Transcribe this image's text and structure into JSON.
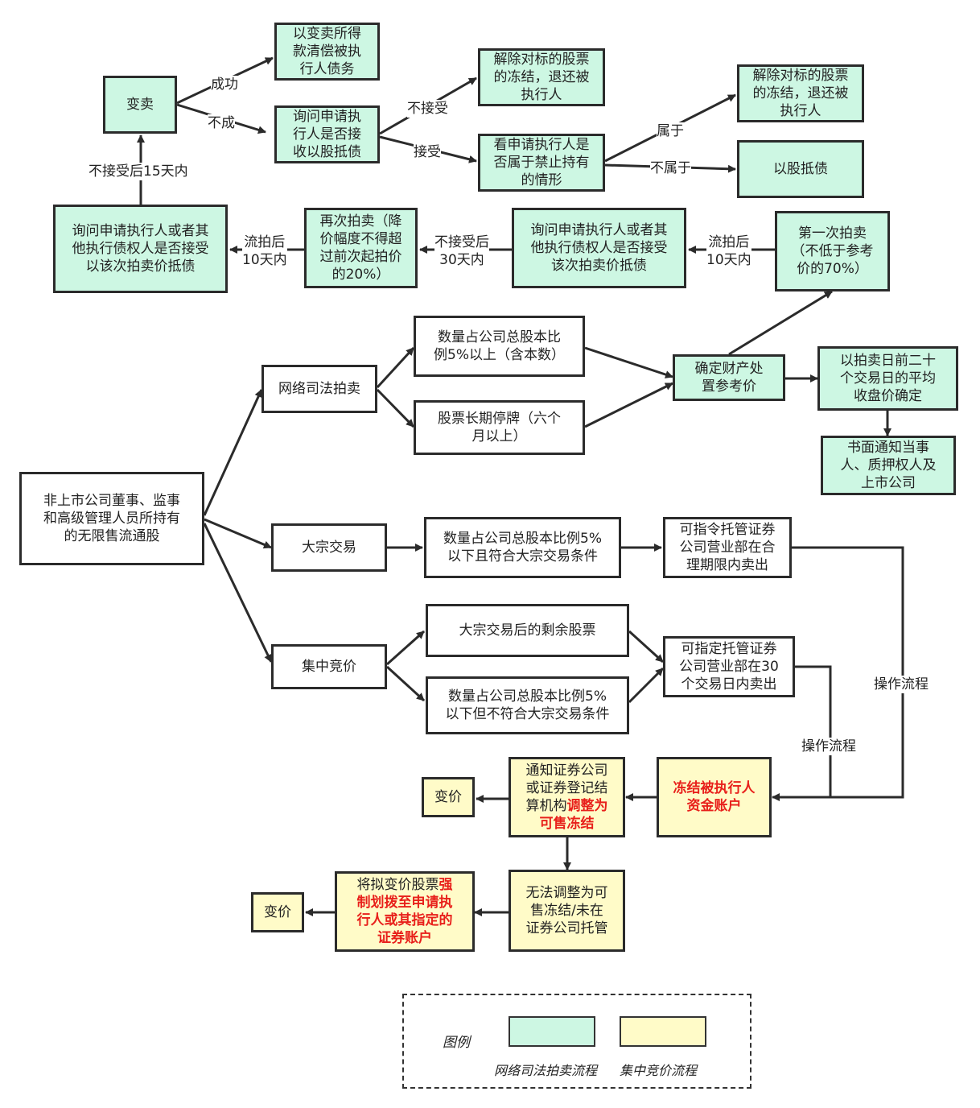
{
  "nodes": {
    "start": "非上市公司董事、监事\n和高级管理人员所持有\n的无限售流通股",
    "online_auction": "网络司法拍卖",
    "block_trade": "大宗交易",
    "centralized_bid": "集中竞价",
    "ratio_5_above": "数量占公司总股本比\n例5%以上（含本数）",
    "long_suspension": "股票长期停牌（六个\n月以上）",
    "determine_ref_price": "确定财产处\n置参考价",
    "first_auction": "第一次拍卖\n（不低于参考\n价的70%）",
    "avg_price_20d": "以拍卖日前二十\n个交易日的平均\n收盘价确定",
    "notify_parties": "书面通知当事\n人、质押权人及\n上市公司",
    "ask_accept_1": "询问申请执行人或者其\n他执行债权人是否接受\n该次拍卖价抵债",
    "second_auction": "再次拍卖（降\n价幅度不得超\n过前次起拍价\n的20%）",
    "ask_accept_2": "询问申请执行人或者其\n他执行债权人是否接受\n以该次拍卖价抵债",
    "sell_off": "变卖",
    "repay_debt": "以变卖所得\n款清偿被执\n行人债务",
    "ask_share_debt": "询问申请执\n行人是否接\n收以股抵债",
    "release_freeze_1": "解除对标的股票\n的冻结，退还被\n执行人",
    "check_prohibited": "看申请执行人是\n否属于禁止持有\n的情形",
    "release_freeze_2": "解除对标的股票\n的冻结，退还被\n执行人",
    "share_for_debt": "以股抵债",
    "block_condition": "数量占公司总股本比例5%\n以下且符合大宗交易条件",
    "custody_sell_block": "可指令托管证券\n公司营业部在合\n理期限内卖出",
    "remaining_after_block": "大宗交易后的剩余股票",
    "below5_not_block": "数量占公司总股本比例5%\n以下但不符合大宗交易条件",
    "custody_sell_30d": "可指定托管证券\n公司营业部在30\n个交易日内卖出",
    "freeze_account": "冻结被执行人\n资金账户",
    "notify_broker_pre": "通知证券公司\n或证券登记结\n算机构",
    "notify_broker_red": "调整为\n可售冻结",
    "cannot_adjust": "无法调整为可\n售冻结/未在\n证券公司托管",
    "force_transfer_pre": "将拟变价股票",
    "force_transfer_red": "强\n制划拨至申请执\n行人或其指定的\n证券账户",
    "realize_1": "变价",
    "realize_2": "变价"
  },
  "edge_labels": {
    "success": "成功",
    "fail": "不成",
    "not_accept_top": "不接受",
    "accept_top": "接受",
    "belongs": "属于",
    "not_belongs": "不属于",
    "not_accept_15d": "不接受后15天内",
    "failed_10d_left": "流拍后\n10天内",
    "not_accept_30d": "不接受后\n30天内",
    "failed_10d_right": "流拍后\n10天内",
    "op_flow_1": "操作流程",
    "op_flow_2": "操作流程"
  },
  "legend": {
    "title": "图例",
    "online": "网络司法拍卖流程",
    "centralized": "集中竞价流程"
  },
  "colors": {
    "online_fill": "#cdf7e3",
    "centralized_fill": "#fffbc8",
    "highlight_text": "#e8201b"
  }
}
